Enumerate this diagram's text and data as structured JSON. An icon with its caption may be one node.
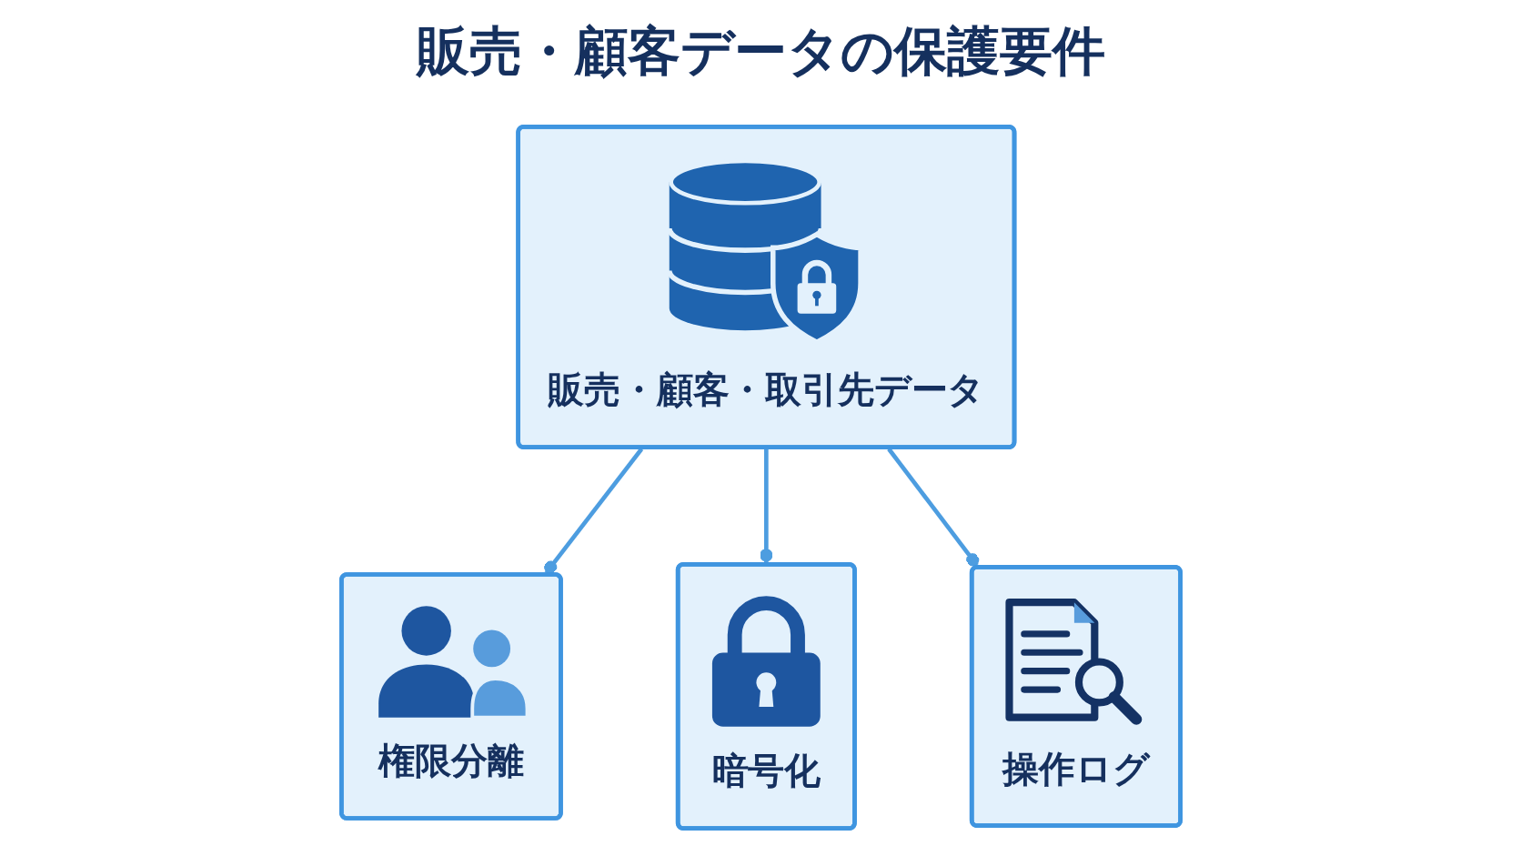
{
  "diagram": {
    "title": "販売・顧客データの保護要件",
    "nodes": [
      {
        "text": [
          "権限分離"
        ]
      },
      {
        "text": [
          "販売・顧客・取引先データ"
        ]
      },
      {
        "text": [
          "暗号化"
        ]
      },
      {
        "text": [
          "操作ログ"
        ]
      }
    ],
    "edges": [
      {
        "from": 1,
        "to": 0,
        "arrow": "other"
      },
      {
        "from": 1,
        "to": 2,
        "arrow": "other"
      },
      {
        "from": 1,
        "to": 3,
        "arrow": "other"
      }
    ]
  }
}
